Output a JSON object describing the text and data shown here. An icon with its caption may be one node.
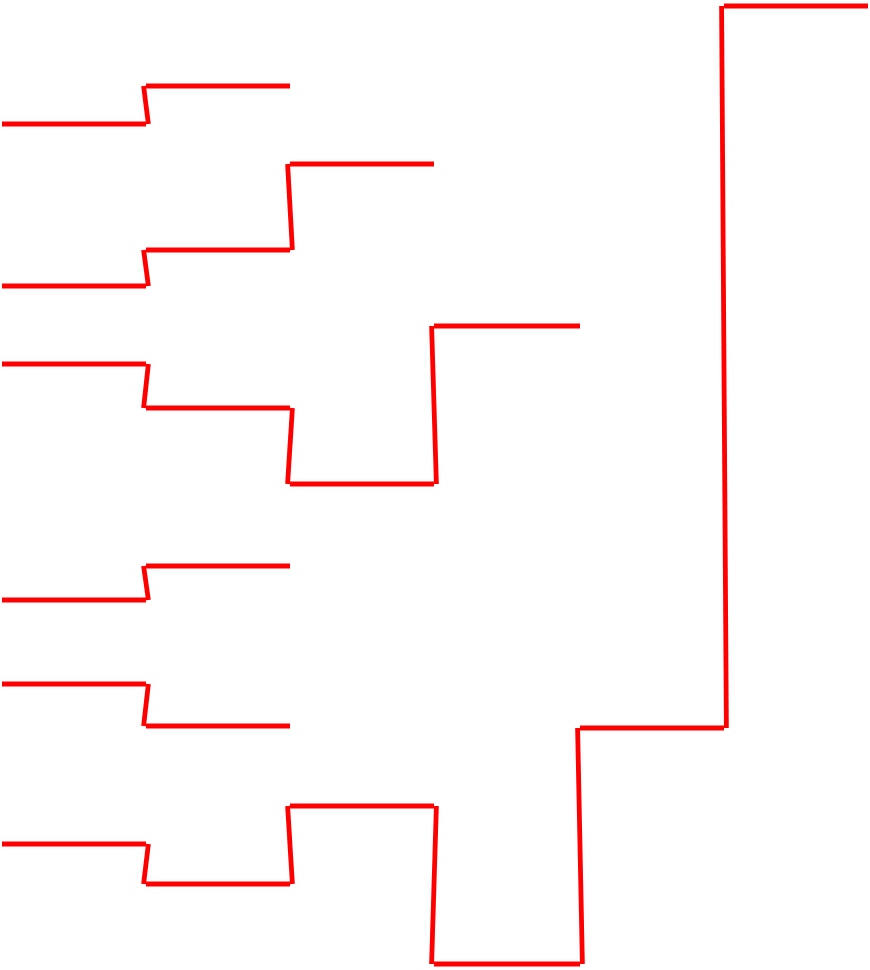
{
  "diagram": {
    "nodes": [
      {
        "text": [],
        "shape": "bar"
      },
      {
        "text": [],
        "shape": "bar"
      },
      {
        "text": [],
        "shape": "bar"
      },
      {
        "text": [],
        "shape": "bar"
      },
      {
        "text": [],
        "shape": "bar"
      },
      {
        "text": [],
        "shape": "bar"
      },
      {
        "text": [],
        "shape": "bar"
      },
      {
        "text": [],
        "shape": "bar"
      },
      {
        "text": [],
        "shape": "bar"
      },
      {
        "text": [],
        "shape": "bar"
      },
      {
        "text": [],
        "shape": "bar"
      },
      {
        "text": [],
        "shape": "bar"
      },
      {
        "text": [],
        "shape": "bar"
      },
      {
        "text": [],
        "shape": "bar"
      },
      {
        "text": [],
        "shape": "bar"
      },
      {
        "text": [],
        "shape": "bar"
      },
      {
        "text": [],
        "shape": "bar"
      },
      {
        "text": [],
        "shape": "bar"
      },
      {
        "text": [],
        "shape": "bar"
      }
    ],
    "edges": [
      {
        "from": 0,
        "to": 1,
        "arrow": "none"
      },
      {
        "from": 2,
        "to": 3,
        "arrow": "none"
      },
      {
        "from": 3,
        "to": 4,
        "arrow": "none"
      },
      {
        "from": 5,
        "to": 6,
        "arrow": "none"
      },
      {
        "from": 6,
        "to": 7,
        "arrow": "none"
      },
      {
        "from": 7,
        "to": 8,
        "arrow": "none"
      },
      {
        "from": 9,
        "to": 10,
        "arrow": "none"
      },
      {
        "from": 11,
        "to": 12,
        "arrow": "none"
      },
      {
        "from": 13,
        "to": 14,
        "arrow": "none"
      },
      {
        "from": 14,
        "to": 15,
        "arrow": "none"
      },
      {
        "from": 15,
        "to": 16,
        "arrow": "none"
      },
      {
        "from": 16,
        "to": 17,
        "arrow": "none"
      },
      {
        "from": 17,
        "to": 18,
        "arrow": "none"
      }
    ]
  }
}
